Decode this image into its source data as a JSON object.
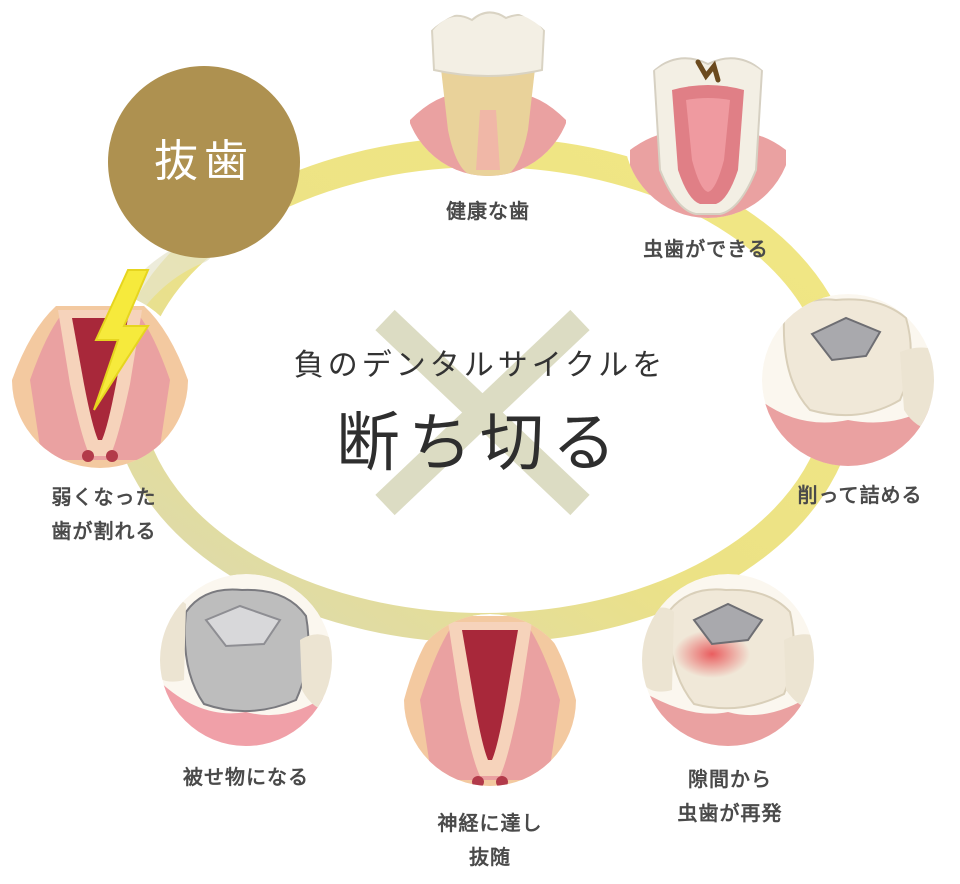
{
  "center": {
    "subtitle": "負のデンタルサイクルを",
    "title": "断ち切る"
  },
  "extraction_badge": "抜歯",
  "stages": [
    {
      "id": "healthy",
      "lines": [
        "健康な歯"
      ]
    },
    {
      "id": "cavity",
      "lines": [
        "虫歯ができる"
      ]
    },
    {
      "id": "filling",
      "lines": [
        "削って詰める"
      ]
    },
    {
      "id": "recurrence",
      "lines": [
        "隙間から",
        "虫歯が再発"
      ]
    },
    {
      "id": "nerve",
      "lines": [
        "神経に達し",
        "抜随"
      ]
    },
    {
      "id": "crown",
      "lines": [
        "被せ物になる"
      ]
    },
    {
      "id": "cracked",
      "lines": [
        "弱くなった",
        "歯が割れる"
      ]
    }
  ],
  "colors": {
    "cycle_ring": "#f1e784",
    "cycle_ring_faded": "#dad8b4",
    "cross": "#dcdcc3",
    "badge": "#ae9150",
    "label_text": "#4a4a4a",
    "gum": "#eaa1a1",
    "enamel": "#f3efe4",
    "dentin": "#e9d29a",
    "pulp": "#b23a4a",
    "metal": "#bdbdbd",
    "lightning": "#f6ea3c"
  }
}
